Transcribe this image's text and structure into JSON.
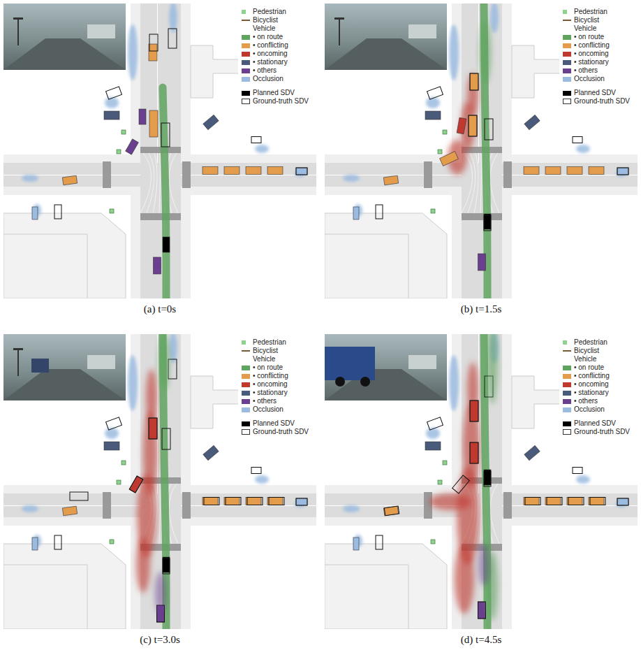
{
  "diagram": {
    "labels": [
      "(a) t=0s",
      "(b) t=1.5s",
      "(c) t=3.0s",
      "(d) t=4.5s"
    ],
    "legend": [
      {
        "text": "Pedestrian",
        "color": "#8fd18f"
      },
      {
        "text": "Bicyclist",
        "color": "#7b5a3a"
      },
      {
        "text": "Vehicle"
      },
      {
        "text": "• on route",
        "color": "#5fa35f"
      },
      {
        "text": "• conflicting",
        "color": "#e39b4c"
      },
      {
        "text": "• oncoming",
        "color": "#c0392f"
      },
      {
        "text": "• stationary",
        "color": "#4a5a7a"
      },
      {
        "text": "• others",
        "color": "#6b3f8f"
      },
      {
        "text": "Occlusion",
        "color": "#9bbbe0"
      },
      {
        "text": "Planned SDV",
        "color": "#000000"
      },
      {
        "text": "Ground-truth SDV"
      },
      {
        "text": "Pedestrian",
        "color": "#8fd18f"
      },
      {
        "text": "Bicyclist",
        "color": "#7b5a3a"
      },
      {
        "text": "Vehicle"
      },
      {
        "text": "• on route",
        "color": "#5fa35f"
      },
      {
        "text": "• conflicting",
        "color": "#e39b4c"
      },
      {
        "text": "• oncoming",
        "color": "#c0392f"
      },
      {
        "text": "• stationary",
        "color": "#4a5a7a"
      },
      {
        "text": "• others",
        "color": "#6b3f8f"
      },
      {
        "text": "Occlusion",
        "color": "#9bbbe0"
      },
      {
        "text": "Planned SDV",
        "color": "#000000"
      },
      {
        "text": "Ground-truth SDV"
      },
      {
        "text": "Pedestrian",
        "color": "#8fd18f"
      },
      {
        "text": "Bicyclist",
        "color": "#7b5a3a"
      },
      {
        "text": "Vehicle"
      },
      {
        "text": "• on route",
        "color": "#5fa35f"
      },
      {
        "text": "• conflicting",
        "color": "#e39b4c"
      },
      {
        "text": "• oncoming",
        "color": "#c0392f"
      },
      {
        "text": "• stationary",
        "color": "#4a5a7a"
      },
      {
        "text": "• others",
        "color": "#6b3f8f"
      },
      {
        "text": "Occlusion",
        "color": "#9bbbe0"
      },
      {
        "text": "Planned SDV",
        "color": "#000000"
      },
      {
        "text": "Ground-truth SDV"
      },
      {
        "text": "Pedestrian",
        "color": "#8fd18f"
      },
      {
        "text": "Bicyclist",
        "color": "#7b5a3a"
      },
      {
        "text": "Vehicle"
      },
      {
        "text": "• on route",
        "color": "#5fa35f"
      },
      {
        "text": "• conflicting",
        "color": "#e39b4c"
      },
      {
        "text": "• oncoming",
        "color": "#c0392f"
      },
      {
        "text": "• stationary",
        "color": "#4a5a7a"
      },
      {
        "text": "• others",
        "color": "#6b3f8f"
      },
      {
        "text": "Occlusion",
        "color": "#9bbbe0"
      },
      {
        "text": "Planned SDV",
        "color": "#000000"
      },
      {
        "text": "Ground-truth SDV"
      }
    ]
  }
}
